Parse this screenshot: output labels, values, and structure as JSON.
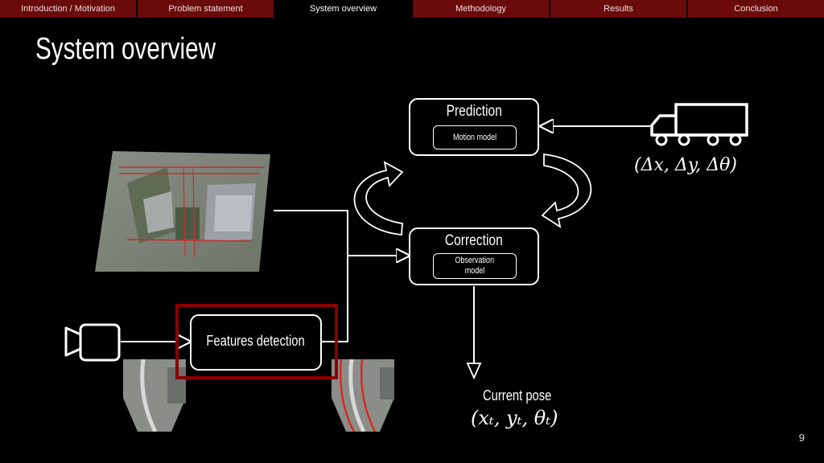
{
  "nav": {
    "tabs": [
      {
        "label": "Introduction / Motivation",
        "active": false
      },
      {
        "label": "Problem statement",
        "active": false
      },
      {
        "label": "System overview",
        "active": true
      },
      {
        "label": "Methodology",
        "active": false
      },
      {
        "label": "Results",
        "active": false
      },
      {
        "label": "Conclusion",
        "active": false
      }
    ]
  },
  "slide": {
    "title": "System overview",
    "page_number": "9"
  },
  "diagram": {
    "prediction": {
      "title": "Prediction",
      "inner": "Motion model"
    },
    "correction": {
      "title": "Correction",
      "inner_line1": "Observation",
      "inner_line2": "model"
    },
    "features": {
      "label": "Features detection"
    },
    "vehicle_input": "(Δx, Δy, Δθ)",
    "output_label": "Current pose",
    "output_math": "(xₜ, yₜ, θₜ)"
  },
  "icons": {
    "truck": "truck-icon",
    "camera": "camera-icon"
  },
  "colors": {
    "nav_bg": "#6b0a0a",
    "highlight": "#8b0000",
    "background": "#000000"
  }
}
